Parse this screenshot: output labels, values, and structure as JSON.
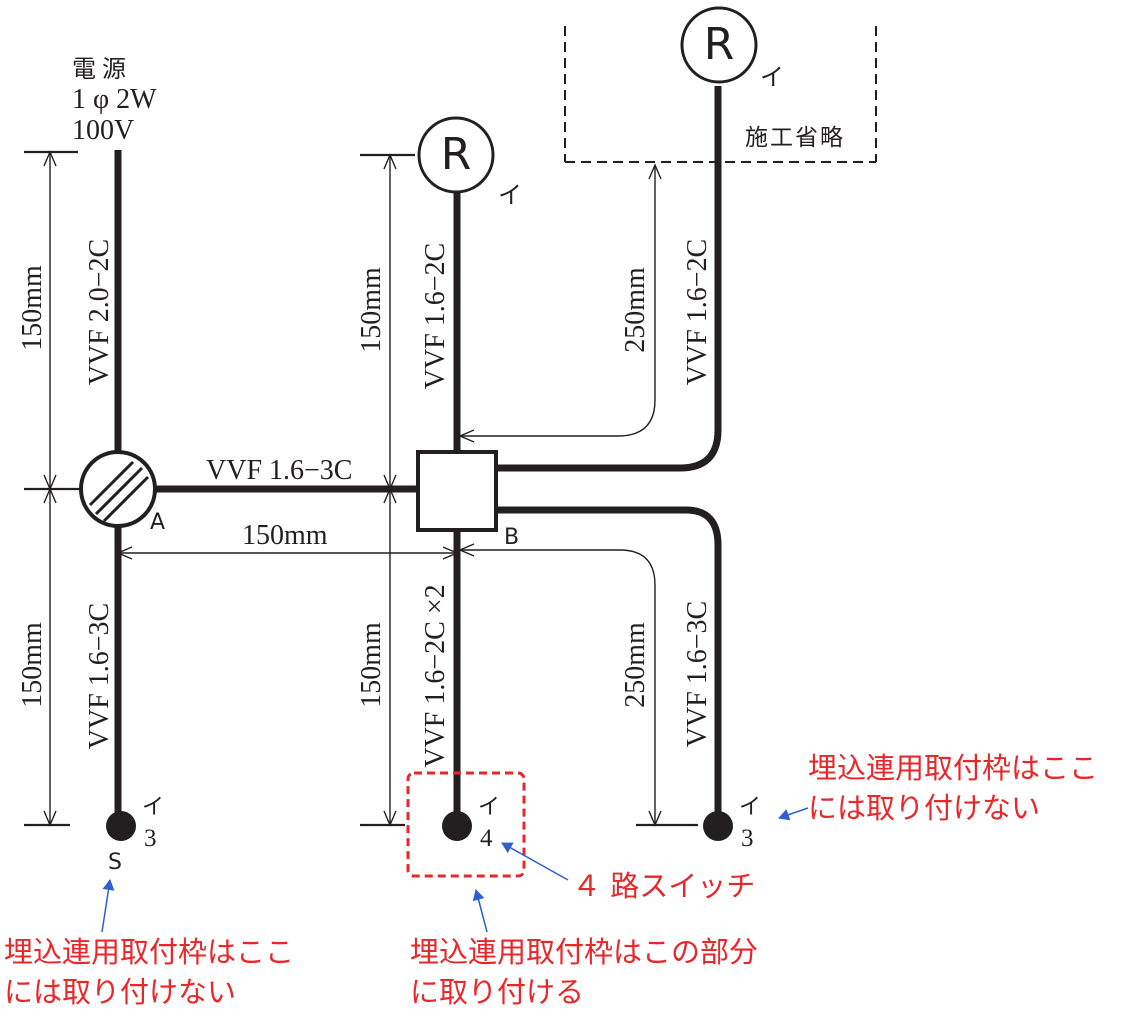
{
  "power_source": {
    "line1": "電 源",
    "line2": "1 φ 2W",
    "line3": "100V"
  },
  "nodes": {
    "a": "A",
    "b": "B",
    "s": "S"
  },
  "lamps": {
    "middle": {
      "symbol": "R",
      "mark": "イ"
    },
    "top_right": {
      "symbol": "R",
      "mark": "イ"
    }
  },
  "switches": {
    "left": {
      "mark": "イ",
      "number": "3"
    },
    "middle": {
      "mark": "イ",
      "number": "4"
    },
    "right": {
      "mark": "イ",
      "number": "3"
    }
  },
  "omitted_label": "施工省略",
  "cables": {
    "left_upper": "VVF 2.0−2C",
    "left_lower": "VVF 1.6−3C",
    "horizontal_ab": "VVF 1.6−3C",
    "middle_upper": "VVF 1.6−2C",
    "middle_lower": "VVF 1.6−2C ×2",
    "right_upper": "VVF 1.6−2C",
    "right_lower": "VVF 1.6−3C"
  },
  "dimensions": {
    "left_upper": "150mm",
    "left_lower": "150mm",
    "horizontal_ab": "150mm",
    "middle_upper": "150mm",
    "middle_lower": "150mm",
    "right_upper": "250mm",
    "right_lower": "250mm"
  },
  "annotations": {
    "right_switch": {
      "line1": "埋込連用取付枠はここ",
      "line2": "には取り付けない"
    },
    "four_way_switch": "４ 路スイッチ",
    "left_switch": {
      "line1": "埋込連用取付枠はここ",
      "line2": "には取り付けない"
    },
    "middle_switch": {
      "line1": "埋込連用取付枠はこの部分",
      "line2": "に取り付ける"
    }
  },
  "colors": {
    "ink": "#231f20",
    "annotation_text": "#e8272a",
    "annotation_arrow": "#2f5fd0",
    "highlight_box": "#e8272a"
  }
}
